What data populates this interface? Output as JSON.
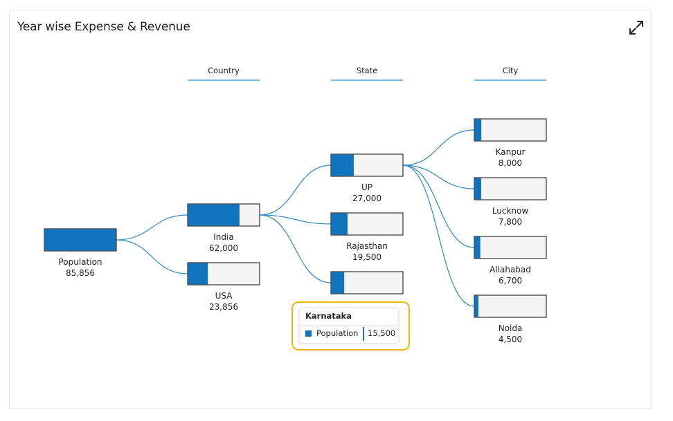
{
  "header": {
    "title": "Year wise Expense & Revenue",
    "expand_icon": "expand-arrows-icon"
  },
  "colors": {
    "bar_fill": "#0f73be",
    "bar_track": "#f4f4f4",
    "bar_border": "#333333",
    "link": "#2c86c8",
    "header_rule": "#2c86c8",
    "tooltip_border": "#f4b400"
  },
  "chart_data": {
    "type": "decomposition-tree",
    "title": "Year wise Expense & Revenue",
    "level_headers": [
      "Country",
      "State",
      "City"
    ],
    "root": {
      "label": "Population",
      "value": 85856,
      "display": "85,856"
    },
    "levels": [
      [
        {
          "label": "India",
          "value": 62000,
          "display": "62,000",
          "expanded": true
        },
        {
          "label": "USA",
          "value": 23856,
          "display": "23,856"
        }
      ],
      [
        {
          "label": "UP",
          "value": 27000,
          "display": "27,000",
          "parent": "India",
          "expanded": true
        },
        {
          "label": "Rajasthan",
          "value": 19500,
          "display": "19,500",
          "parent": "India"
        },
        {
          "label": "Karnataka",
          "value": 15500,
          "display": "15,500",
          "parent": "India"
        }
      ],
      [
        {
          "label": "Kanpur",
          "value": 8000,
          "display": "8,000",
          "parent": "UP"
        },
        {
          "label": "Lucknow",
          "value": 7800,
          "display": "7,800",
          "parent": "UP"
        },
        {
          "label": "Allahabad",
          "value": 6700,
          "display": "6,700",
          "parent": "UP"
        },
        {
          "label": "Noida",
          "value": 4500,
          "display": "4,500",
          "parent": "UP"
        }
      ]
    ]
  },
  "tooltip": {
    "title": "Karnataka",
    "series": "Population",
    "value": "15,500"
  }
}
